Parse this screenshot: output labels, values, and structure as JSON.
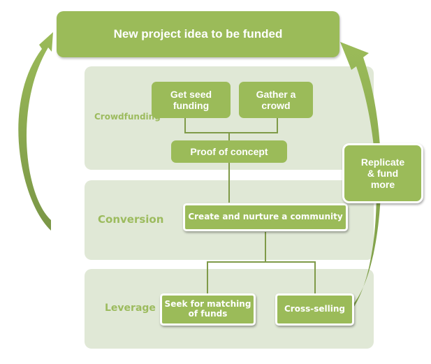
{
  "diagram": {
    "top_node": "New project idea to be funded",
    "side_node": {
      "line1": "Replicate",
      "line2": "& fund",
      "line3": "more"
    },
    "stages": [
      {
        "label": "Crowdfunding",
        "nodes": [
          {
            "line1": "Get seed",
            "line2": "funding"
          },
          {
            "line1": "Gather a",
            "line2": "crowd"
          },
          {
            "line1": "Proof of concept"
          }
        ]
      },
      {
        "label": "Conversion",
        "nodes": [
          {
            "line1": "Create and nurture a community"
          }
        ]
      },
      {
        "label": "Leverage",
        "nodes": [
          {
            "line1": "Seek for matching",
            "line2": "of funds"
          },
          {
            "line1": "Cross-selling"
          }
        ]
      }
    ],
    "colors": {
      "node_fill": "#9bbb59",
      "band_fill": "#e0e8d6",
      "label_text": "#9cbb5e",
      "connector": "#7f9a48",
      "arrow_dark": "#7a9a46"
    }
  }
}
